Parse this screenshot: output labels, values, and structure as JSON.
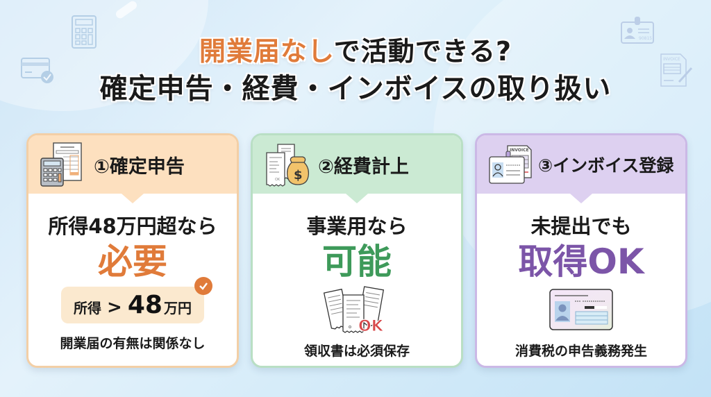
{
  "title": {
    "line1_accent": "開業届なし",
    "line1_rest": "で活動できる?",
    "line2": "確定申告・経費・インボイスの取り扱い"
  },
  "colors": {
    "orange": "#e07b3a",
    "green": "#3e9a5a",
    "purple": "#7c55a8",
    "orange_header": "#fde0bf",
    "green_header": "#cbead3",
    "purple_header": "#ddd0f0"
  },
  "cards": [
    {
      "number": "①",
      "heading": "①確定申告",
      "icon": "calculator-and-tax-form-icon",
      "lead": "所得48万円超なら",
      "result": "必要",
      "badge": {
        "label": "所得",
        "operator": ">",
        "amount": "48",
        "unit": "万円",
        "icon": "check-circle-icon"
      },
      "footnote": "開業届の有無は関係なし"
    },
    {
      "number": "②",
      "heading": "②経費計上",
      "icon": "receipts-and-money-bag-icon",
      "lead": "事業用なら",
      "result": "可能",
      "visual": {
        "icon": "receipts-icon",
        "label": "OK"
      },
      "footnote": "領収書は必須保存"
    },
    {
      "number": "③",
      "heading": "③インボイス登録",
      "icon": "id-card-and-invoice-icon",
      "lead": "未提出でも",
      "result": "取得OK",
      "visual": {
        "icon": "id-card-icon"
      },
      "footnote": "消費税の申告義務発生"
    }
  ],
  "decorations": {
    "top_left": [
      "calculator-icon",
      "credit-card-check-icon"
    ],
    "top_right": [
      "id-badge-icon",
      "invoice-pen-icon"
    ],
    "id_badge_number": "90815",
    "invoice_label": "INVOICE"
  }
}
